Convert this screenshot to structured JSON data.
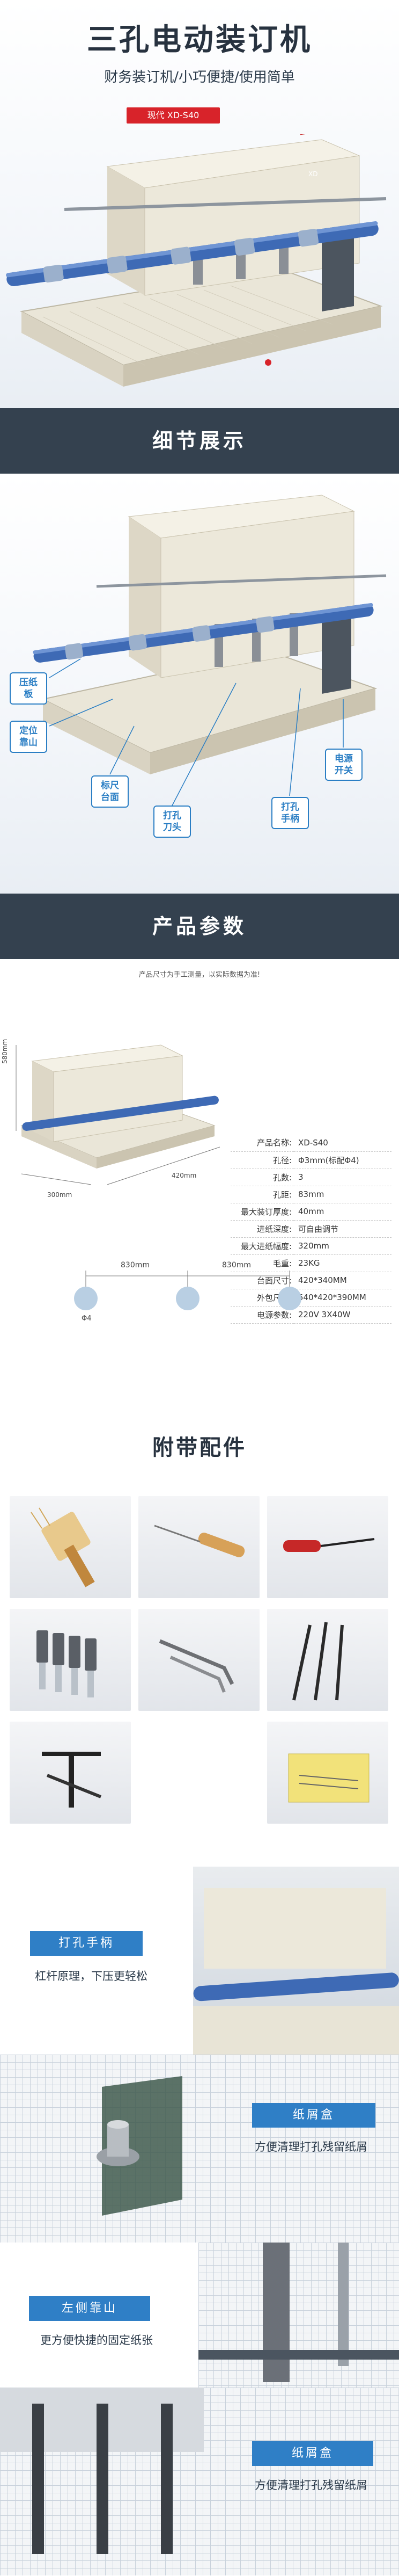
{
  "hero": {
    "title": "三孔电动装订机",
    "subtitle": "财务装订机/小巧便捷/使用简单",
    "model_badge": "现代  XD-S40",
    "brand_plate": "XD"
  },
  "details": {
    "heading": "细节展示",
    "callouts": {
      "press_plate": "压纸\n板",
      "positioning": "定位\n靠山",
      "ruler": "标尺\n台面",
      "drill_head": "打孔\n刀头",
      "handle": "打孔\n手柄",
      "power": "电源\n开关"
    }
  },
  "params": {
    "heading": "产品参数",
    "note": "产品尺寸为手工测量，以实际数据为准!",
    "dims": {
      "height": "580mm",
      "depth": "300mm",
      "width": "420mm"
    },
    "spacing": {
      "gap1": "830mm",
      "gap2": "830mm",
      "hole": "Φ4"
    },
    "rows": [
      {
        "k": "产品名称:",
        "v": "XD-S40"
      },
      {
        "k": "孔径:",
        "v": "Φ3mm(标配Φ4)"
      },
      {
        "k": "孔数:",
        "v": "3"
      },
      {
        "k": "孔距:",
        "v": "83mm"
      },
      {
        "k": "最大装订厚度:",
        "v": "40mm"
      },
      {
        "k": "进纸深度:",
        "v": "可自由调节"
      },
      {
        "k": "最大进纸幅度:",
        "v": "320mm"
      },
      {
        "k": "毛重:",
        "v": "23KG"
      },
      {
        "k": "台面尺寸:",
        "v": "420*340MM"
      },
      {
        "k": "外包尺寸:",
        "v": "540*420*390MM"
      },
      {
        "k": "电源参数:",
        "v": "220V 3X40W"
      }
    ]
  },
  "accessories": {
    "heading": "附带配件"
  },
  "features": [
    {
      "label": "打孔手柄",
      "text": "杠杆原理，下压更轻松"
    },
    {
      "label": "纸屑盒",
      "text": "方便清理打孔残留纸屑"
    },
    {
      "label": "左侧靠山",
      "text": "更方便快捷的固定纸张"
    },
    {
      "label": "纸屑盒",
      "text": "方便清理打孔残留纸屑"
    }
  ],
  "colors": {
    "accent_red": "#d8232a",
    "accent_blue": "#2f7fc6",
    "band": "#34414f"
  }
}
